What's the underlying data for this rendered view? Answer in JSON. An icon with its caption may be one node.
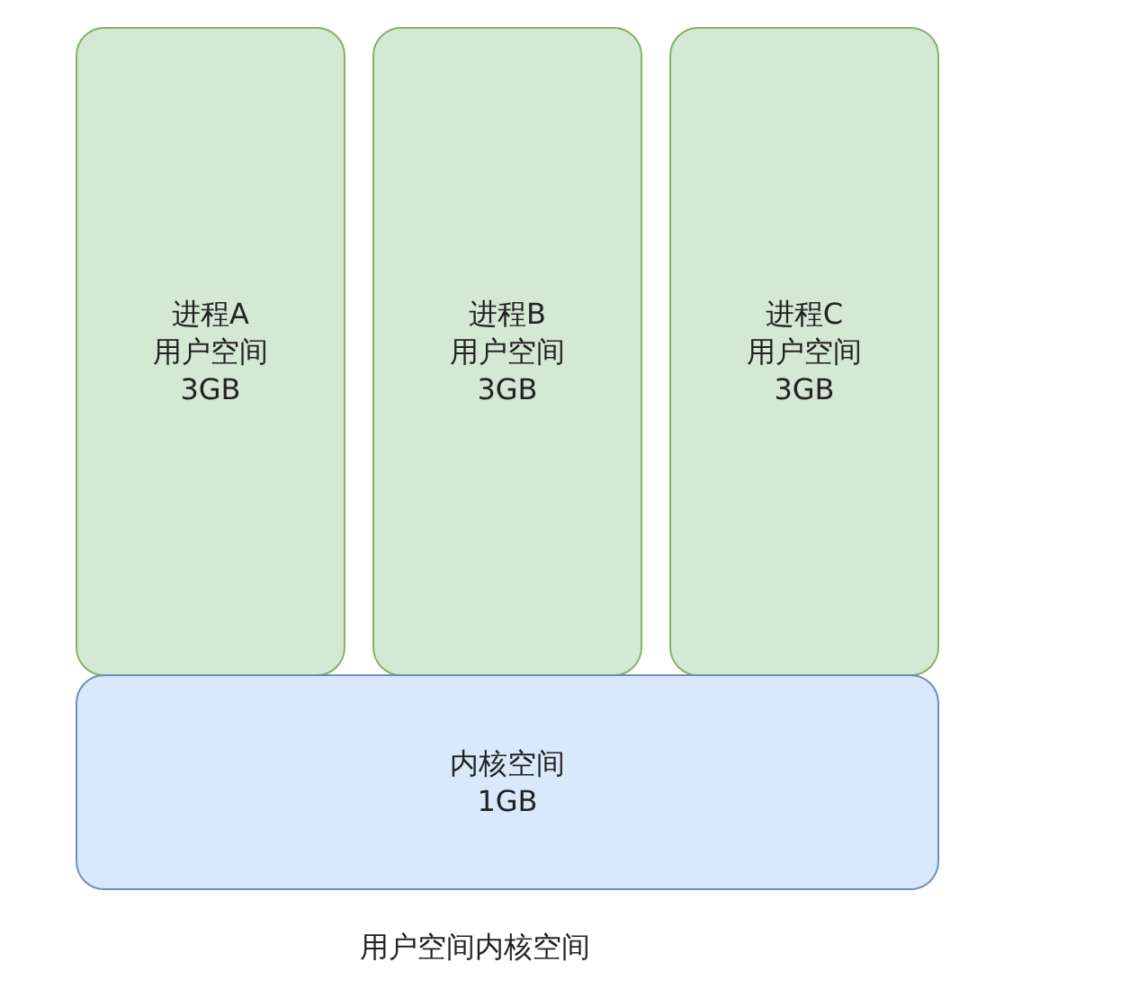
{
  "diagram": {
    "caption": "用户空间内核空间",
    "nodes": [
      {
        "text": [
          "进程A",
          "用户空间",
          "3GB"
        ]
      },
      {
        "text": [
          "进程B",
          "用户空间",
          "3GB"
        ]
      },
      {
        "text": [
          "进程C",
          "用户空间",
          "3GB"
        ]
      },
      {
        "text": [
          "内核空间",
          "1GB"
        ]
      }
    ]
  }
}
